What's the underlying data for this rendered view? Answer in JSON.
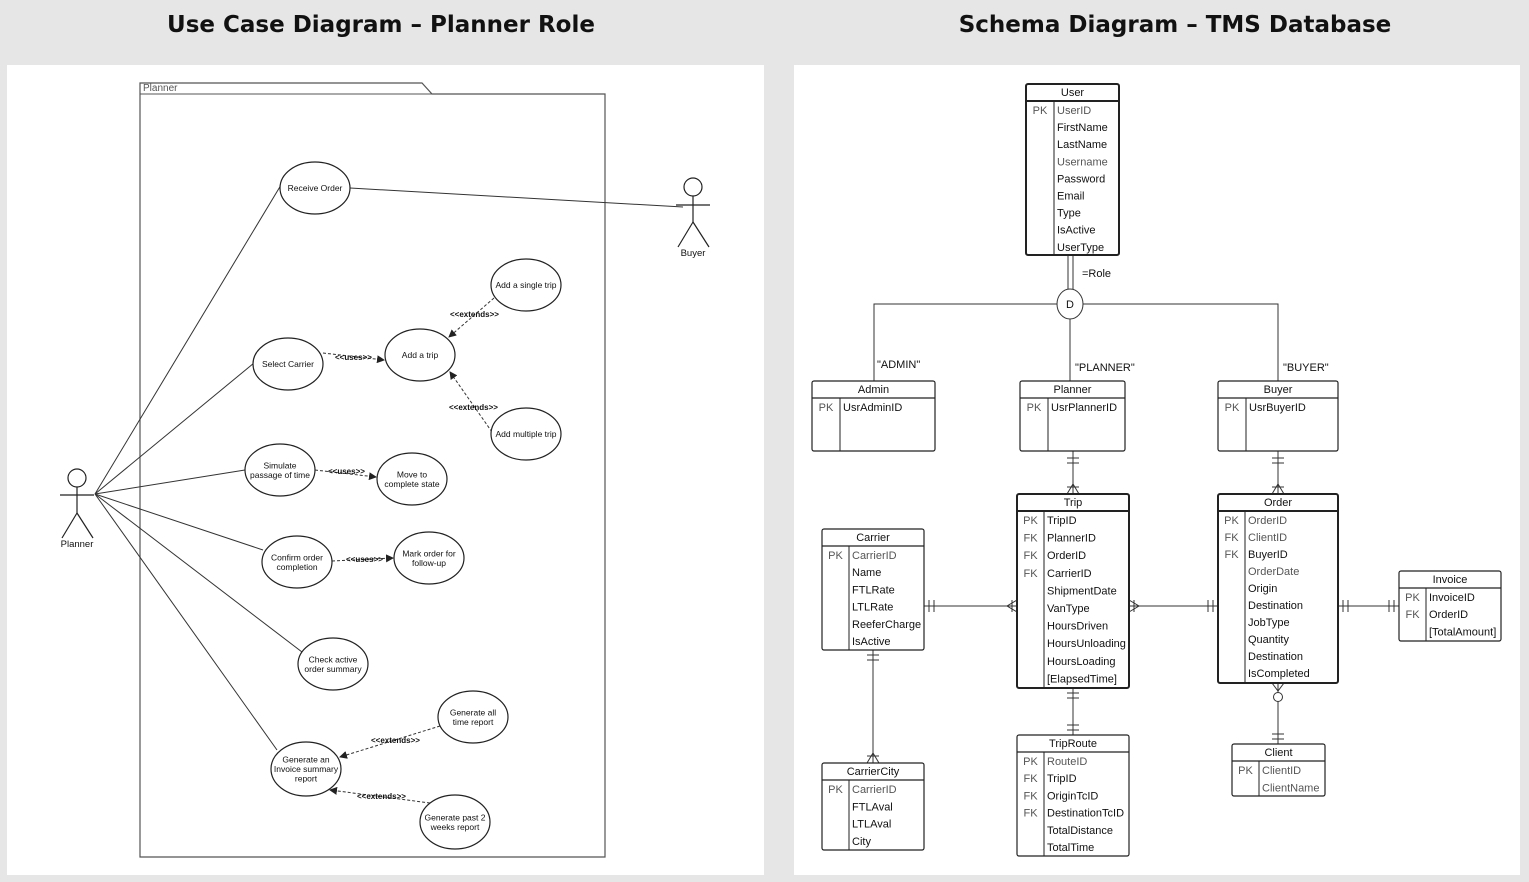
{
  "titles": {
    "left": "Use Case Diagram – Planner Role",
    "right": "Schema Diagram – TMS Database"
  },
  "use_case": {
    "system_label": "Planner",
    "actors": {
      "planner": "Planner",
      "buyer": "Buyer"
    },
    "use_cases": {
      "receive_order": [
        "Receive Order"
      ],
      "select_carrier": [
        "Select Carrier"
      ],
      "add_trip": [
        "Add a trip"
      ],
      "add_single_trip": [
        "Add a single trip"
      ],
      "add_multiple_trip": [
        "Add multiple trip"
      ],
      "simulate": [
        "Simulate",
        "passage of time"
      ],
      "move_complete": [
        "Move to",
        "complete state"
      ],
      "confirm_order": [
        "Confirm order",
        "completion"
      ],
      "mark_order": [
        "Mark order for",
        "follow-up"
      ],
      "check_summary": [
        "Check active",
        "order summary"
      ],
      "gen_invoice": [
        "Generate an",
        "Invoice summary",
        "report"
      ],
      "gen_all_time": [
        "Generate all",
        "time report"
      ],
      "gen_past_two": [
        "Generate past 2",
        "weeks report"
      ]
    },
    "relations": {
      "uses": "<<uses>>",
      "extends": "<<extends>>"
    }
  },
  "schema": {
    "discriminator": {
      "symbol": "D",
      "label": "=Role",
      "admin": "\"ADMIN\"",
      "planner": "\"PLANNER\"",
      "buyer": "\"BUYER\""
    },
    "tables": {
      "user": {
        "name": "User",
        "rows": [
          {
            "key": "PK",
            "field": "UserID"
          },
          {
            "key": "",
            "field": "FirstName"
          },
          {
            "key": "",
            "field": "LastName"
          },
          {
            "key": "",
            "field": "Username"
          },
          {
            "key": "",
            "field": "Password"
          },
          {
            "key": "",
            "field": "Email"
          },
          {
            "key": "",
            "field": "Type"
          },
          {
            "key": "",
            "field": "IsActive"
          },
          {
            "key": "",
            "field": "UserType"
          }
        ]
      },
      "admin": {
        "name": "Admin",
        "rows": [
          {
            "key": "PK",
            "field": "UsrAdminID"
          }
        ]
      },
      "planner": {
        "name": "Planner",
        "rows": [
          {
            "key": "PK",
            "field": "UsrPlannerID"
          }
        ]
      },
      "buyer": {
        "name": "Buyer",
        "rows": [
          {
            "key": "PK",
            "field": "UsrBuyerID"
          }
        ]
      },
      "carrier": {
        "name": "Carrier",
        "rows": [
          {
            "key": "PK",
            "field": "CarrierID"
          },
          {
            "key": "",
            "field": "Name"
          },
          {
            "key": "",
            "field": "FTLRate"
          },
          {
            "key": "",
            "field": "LTLRate"
          },
          {
            "key": "",
            "field": "ReeferCharge"
          },
          {
            "key": "",
            "field": "IsActive"
          }
        ]
      },
      "trip": {
        "name": "Trip",
        "rows": [
          {
            "key": "PK",
            "field": "TripID"
          },
          {
            "key": "FK",
            "field": "PlannerID"
          },
          {
            "key": "FK",
            "field": "OrderID"
          },
          {
            "key": "FK",
            "field": "CarrierID"
          },
          {
            "key": "",
            "field": "ShipmentDate"
          },
          {
            "key": "",
            "field": "VanType"
          },
          {
            "key": "",
            "field": "HoursDriven"
          },
          {
            "key": "",
            "field": "HoursUnloading"
          },
          {
            "key": "",
            "field": "HoursLoading"
          },
          {
            "key": "",
            "field": "[ElapsedTime]"
          }
        ]
      },
      "order": {
        "name": "Order",
        "rows": [
          {
            "key": "PK",
            "field": "OrderID"
          },
          {
            "key": "FK",
            "field": "ClientID"
          },
          {
            "key": "FK",
            "field": "BuyerID"
          },
          {
            "key": "",
            "field": "OrderDate"
          },
          {
            "key": "",
            "field": "Origin"
          },
          {
            "key": "",
            "field": "Destination"
          },
          {
            "key": "",
            "field": "JobType"
          },
          {
            "key": "",
            "field": "Quantity"
          },
          {
            "key": "",
            "field": "Destination"
          },
          {
            "key": "",
            "field": "IsCompleted"
          }
        ]
      },
      "invoice": {
        "name": "Invoice",
        "rows": [
          {
            "key": "PK",
            "field": "InvoiceID"
          },
          {
            "key": "FK",
            "field": "OrderID"
          },
          {
            "key": "",
            "field": "[TotalAmount]"
          }
        ]
      },
      "carriercity": {
        "name": "CarrierCity",
        "rows": [
          {
            "key": "PK",
            "field": "CarrierID"
          },
          {
            "key": "",
            "field": "FTLAval"
          },
          {
            "key": "",
            "field": "LTLAval"
          },
          {
            "key": "",
            "field": "City"
          }
        ]
      },
      "triproute": {
        "name": "TripRoute",
        "rows": [
          {
            "key": "PK",
            "field": "RouteID"
          },
          {
            "key": "FK",
            "field": "TripID"
          },
          {
            "key": "FK",
            "field": "OriginTcID"
          },
          {
            "key": "FK",
            "field": "DestinationTcID"
          },
          {
            "key": "",
            "field": "TotalDistance"
          },
          {
            "key": "",
            "field": "TotalTime"
          }
        ]
      },
      "client": {
        "name": "Client",
        "rows": [
          {
            "key": "PK",
            "field": "ClientID"
          },
          {
            "key": "",
            "field": "ClientName"
          }
        ]
      }
    }
  }
}
